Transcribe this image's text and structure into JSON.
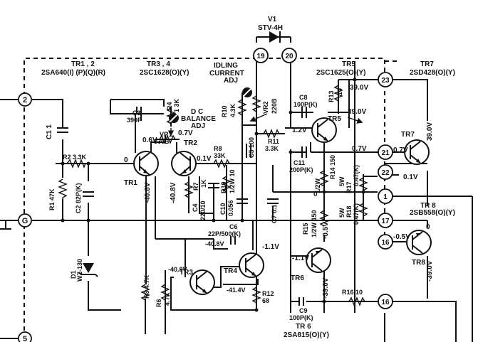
{
  "colors": {
    "ink": "#111111",
    "paper": "#ffffff"
  },
  "headers": {
    "tr12": "TR1 , 2",
    "tr12_type": "2SA640(I) (P)(Q)(R)",
    "tr34": "TR3 , 4",
    "tr34_type": "2SC1628(O)(Y)",
    "tr5": "TR5",
    "tr5_type": "2SC1625(O)(Y)",
    "tr7": "TR7",
    "tr7_type": "2SD428(O)(Y)",
    "tr8": "TR 8",
    "tr8_type": "2SB558(O)(Y)",
    "tr6": "TR 6",
    "tr6_type": "2SA815(O)(Y)"
  },
  "labels": {
    "v1": "V1",
    "stv": "STV-4H",
    "idling1": "IDLING",
    "idling2": "CURRENT",
    "idling3": "ADJ",
    "dc1": "D C",
    "dc2": "BALANCE",
    "dc3": "ADJ"
  },
  "nodes": [
    "2",
    "G",
    "5",
    "19",
    "20",
    "23",
    "21",
    "22",
    "1",
    "17",
    "16",
    "16"
  ],
  "transistors": [
    "TR1",
    "TR2",
    "TR3",
    "TR4",
    "TR5",
    "TR6",
    "TR7",
    "TR8"
  ],
  "components": {
    "c1": "C1 1",
    "r2": "R2 3.3K",
    "r1": "R1 47K",
    "c2": "C2 82P(K)",
    "d1": "D1",
    "d1_type": "WZ-130",
    "c3": "C3",
    "c3v": "390P",
    "r4": "R4",
    "r4v": "1 3K",
    "vr1": "VR1",
    "vr1v": "330B",
    "r8": "R8",
    "r8v": "33K",
    "r7": "R7",
    "r7v": "1K",
    "c4": "C4",
    "c4v": "220/10",
    "r19": "R19",
    "r19v": "1/2W 10",
    "c10": "C10",
    "c10v": "0.056",
    "c5": "C5 100",
    "r10": "R10",
    "r10v": "4.3K",
    "vr2": "VR2",
    "vr2v": "220B",
    "r11": "R11",
    "r11v": "3.3K",
    "c8": "C8",
    "c8v": "100P(K)",
    "r13": "R13",
    "r13v": "10",
    "c11": "C11",
    "c11v": "200P(K)",
    "r14": "R14 150",
    "r14w": "1/2W",
    "r17": "R17",
    "r17v": "0.47(K)",
    "r17w": "5W",
    "r18": "R18",
    "r18v": "0.47(K)",
    "r18w": "5W",
    "c6": "C6",
    "c6v": "22P/500(K)",
    "c7": "C7 0.1",
    "r15": "R15",
    "r15v": "1/2W 150",
    "r3": "R3 4.7K",
    "r6": "R6",
    "r6v": "4.7K",
    "r12": "R12",
    "r12v": "68",
    "r16": "R16 10",
    "c9": "C9",
    "c9v": "100P(K)"
  },
  "voltages": {
    "tr1_e": "0.6V",
    "tr1_b": "0",
    "tr1_c": "-40.8V",
    "tr2_e": "0.7V",
    "tr2_b": "0.1V",
    "tr2_c": "-40.8V",
    "tr3_b": "-40.8V",
    "tr4_b": "-40.8V",
    "tr4_c": "-1.1V",
    "tr4_e": "-41.4V",
    "tr5_b": "1.2V",
    "tr5_c1": "39.0V",
    "tr5_c2": "39.0V",
    "tr6_b": "-1.1V",
    "tr6_c": "-39.0V",
    "tr6_e": "-0.5V",
    "tr7_c": "39.0V",
    "tr7_b": "0.7V",
    "tr7_in": "0.7V",
    "tr7_e": "0.1V",
    "tr8_b": "-0.5V",
    "tr8_e": "0",
    "tr8_c": "-39.0V",
    "out": "0"
  }
}
